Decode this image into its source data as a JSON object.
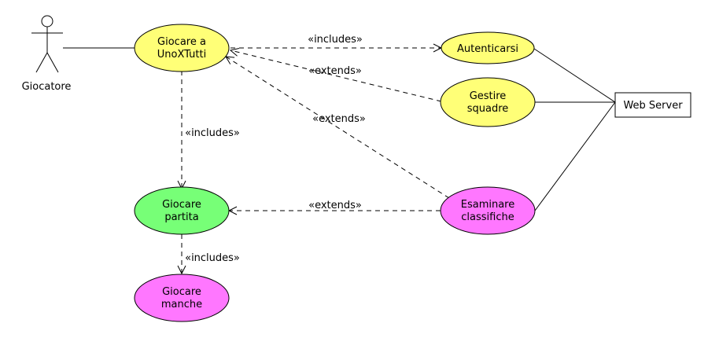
{
  "actors": [
    {
      "id": "giocatore",
      "name": "Giocatore"
    }
  ],
  "systems": [
    {
      "id": "webserver",
      "name": "Web Server"
    }
  ],
  "use_cases": [
    {
      "id": "giocare_unox",
      "lines": [
        "Giocare a",
        "UnoXTutti"
      ],
      "color": "#ffff77"
    },
    {
      "id": "autenticarsi",
      "lines": [
        "Autenticarsi"
      ],
      "color": "#ffff77"
    },
    {
      "id": "gestire",
      "lines": [
        "Gestire",
        "squadre"
      ],
      "color": "#ffff77"
    },
    {
      "id": "partita",
      "lines": [
        "Giocare",
        "partita"
      ],
      "color": "#77ff77"
    },
    {
      "id": "esaminare",
      "lines": [
        "Esaminare",
        "classifiche"
      ],
      "color": "#ff77ff"
    },
    {
      "id": "manche",
      "lines": [
        "Giocare",
        "manche"
      ],
      "color": "#ff77ff"
    }
  ],
  "relations": [
    {
      "id": "r1",
      "label": "«includes»"
    },
    {
      "id": "r2",
      "label": "«extends»"
    },
    {
      "id": "r3",
      "label": "«extends»"
    },
    {
      "id": "r4",
      "label": "«includes»"
    },
    {
      "id": "r5",
      "label": "«extends»"
    },
    {
      "id": "r6",
      "label": "«includes»"
    }
  ]
}
